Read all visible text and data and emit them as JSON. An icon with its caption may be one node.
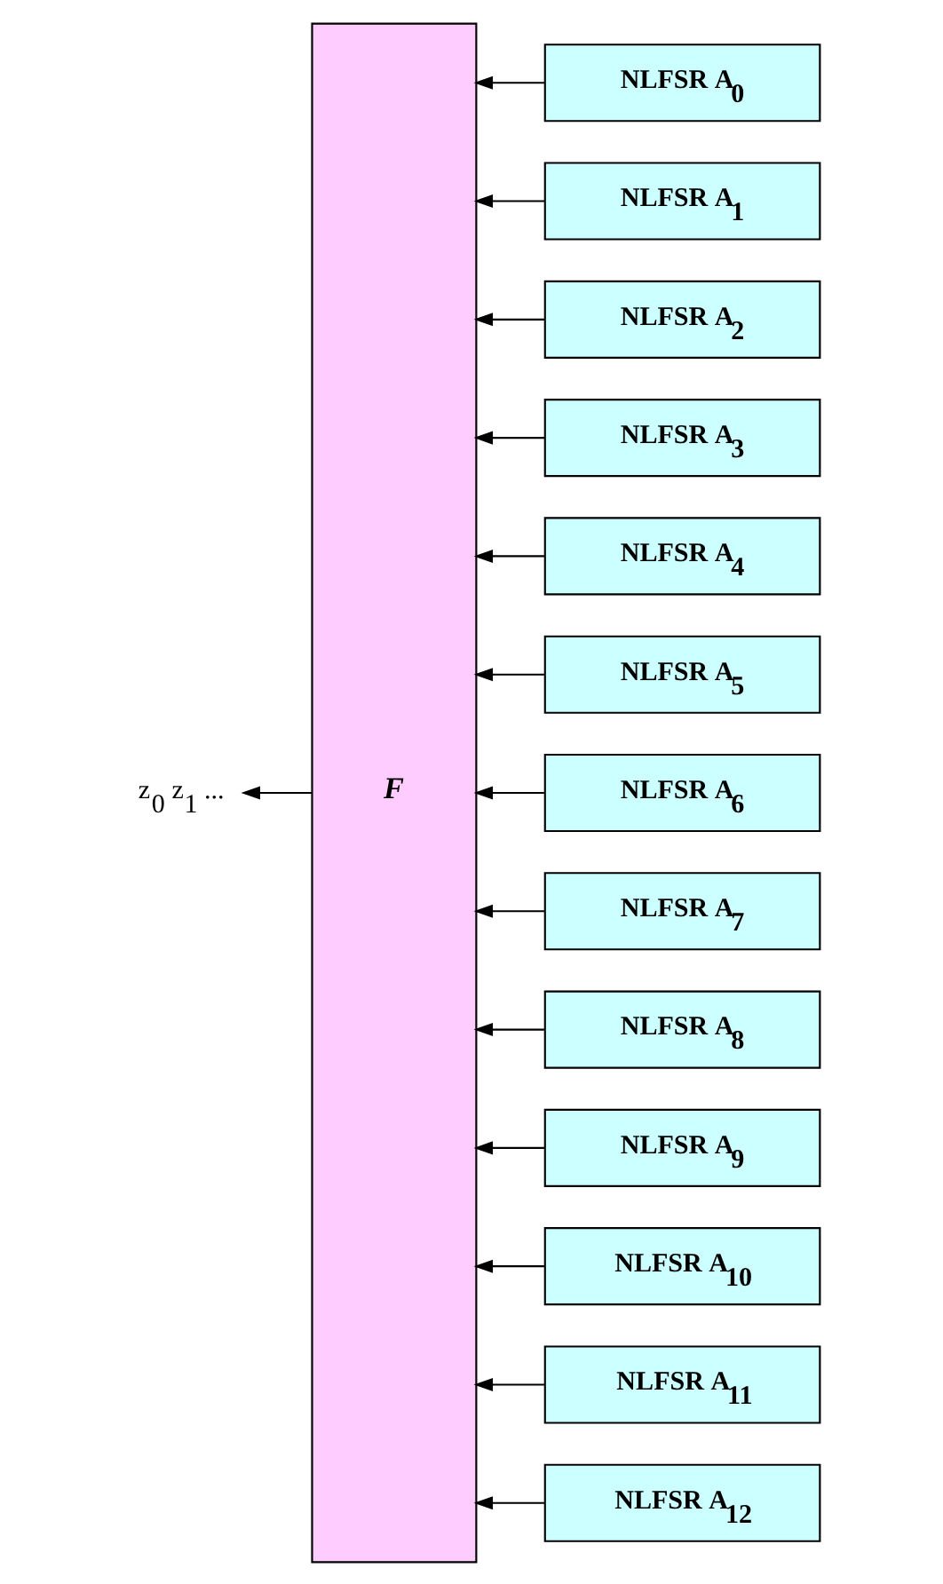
{
  "diagram": {
    "nodes": [
      {
        "text": [
          "F"
        ]
      },
      {
        "text": [
          "NLFSR A$_{0}$"
        ]
      },
      {
        "text": [
          "NLFSR A$_{1}$"
        ]
      },
      {
        "text": [
          "NLFSR A$_{2}$"
        ]
      },
      {
        "text": [
          "NLFSR A$_{3}$"
        ]
      },
      {
        "text": [
          "NLFSR A$_{4}$"
        ]
      },
      {
        "text": [
          "NLFSR A$_{5}$"
        ]
      },
      {
        "text": [
          "NLFSR A$_{6}$"
        ]
      },
      {
        "text": [
          "NLFSR A$_{7}$"
        ]
      },
      {
        "text": [
          "NLFSR A$_{8}$"
        ]
      },
      {
        "text": [
          "NLFSR A$_{9}$"
        ]
      },
      {
        "text": [
          "NLFSR A$_{10}$"
        ]
      },
      {
        "text": [
          "NLFSR A$_{11}$"
        ]
      },
      {
        "text": [
          "NLFSR A$_{12}$"
        ]
      },
      {
        "text": [
          "z$_{0}$ z$_{1}$ ..."
        ]
      }
    ],
    "edges": [
      {
        "from": 1,
        "to": 0,
        "arrow": "to"
      },
      {
        "from": 2,
        "to": 0,
        "arrow": "to"
      },
      {
        "from": 3,
        "to": 0,
        "arrow": "to"
      },
      {
        "from": 4,
        "to": 0,
        "arrow": "to"
      },
      {
        "from": 5,
        "to": 0,
        "arrow": "to"
      },
      {
        "from": 6,
        "to": 0,
        "arrow": "to"
      },
      {
        "from": 7,
        "to": 0,
        "arrow": "to"
      },
      {
        "from": 8,
        "to": 0,
        "arrow": "to"
      },
      {
        "from": 9,
        "to": 0,
        "arrow": "to"
      },
      {
        "from": 10,
        "to": 0,
        "arrow": "to"
      },
      {
        "from": 11,
        "to": 0,
        "arrow": "to"
      },
      {
        "from": 12,
        "to": 0,
        "arrow": "to"
      },
      {
        "from": 13,
        "to": 0,
        "arrow": "to"
      },
      {
        "from": 0,
        "to": 14,
        "arrow": "to"
      }
    ]
  }
}
